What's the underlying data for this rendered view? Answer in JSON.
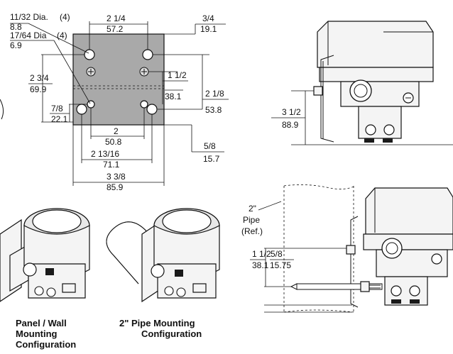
{
  "top_view": {
    "hole_large_label": "11/32 Dia.",
    "hole_large_count": "(4)",
    "hole_large_mm": "8.8",
    "hole_small_label": "17/64 Dia",
    "hole_small_count": "(4)",
    "hole_small_mm": "6.9",
    "dim_top_in": "2 1/4",
    "dim_top_mm": "57.2",
    "dim_tr_in": "3/4",
    "dim_tr_mm": "19.1",
    "dim_left_in": "2 3/4",
    "dim_left_mm": "69.9",
    "dim_mid_in": "1 1/2",
    "dim_mid_mm": "38.1",
    "dim_left2_in": "7/8",
    "dim_left2_mm": "22.1",
    "dim_right_in": "2 1/8",
    "dim_right_mm": "53.8",
    "dim_b1_in": "2",
    "dim_b1_mm": "50.8",
    "dim_b2_in": "2 13/16",
    "dim_b2_mm": "71.1",
    "dim_b3_in": "3 3/8",
    "dim_b3_mm": "85.9",
    "dim_br_in": "5/8",
    "dim_br_mm": "15.7"
  },
  "side_view": {
    "dim_in": "3 1/2",
    "dim_mm": "88.9"
  },
  "pipe_view": {
    "pipe_size": "2\"",
    "pipe_word": "Pipe",
    "pipe_ref": "(Ref.)",
    "dim1_in": "1 1/2",
    "dim1_mm": "38.1",
    "dim2_in": "5/8",
    "dim2_mm": "15.75"
  },
  "captions": {
    "panel_line1": "Panel / Wall",
    "panel_line2": "Mounting",
    "panel_line3": "Configuration",
    "pipe_line1": "2\"  Pipe Mounting",
    "pipe_line2": "Configuration"
  }
}
